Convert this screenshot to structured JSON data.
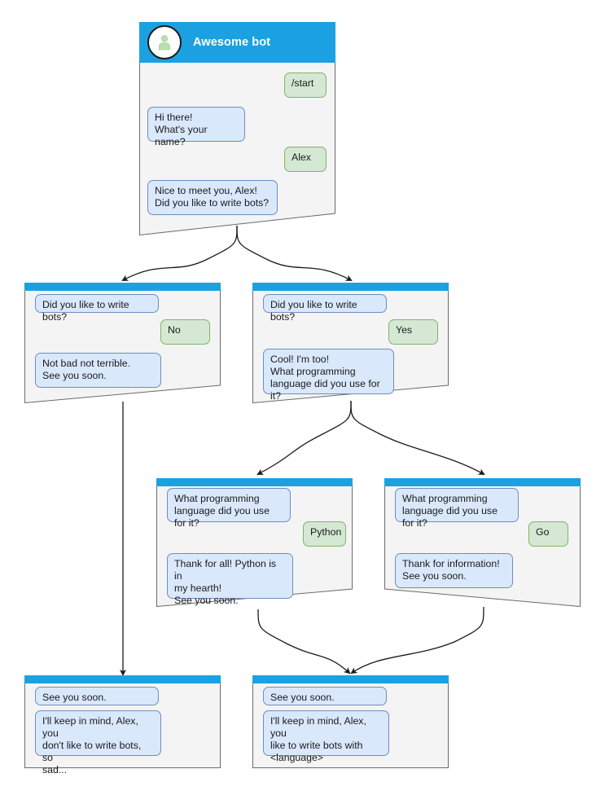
{
  "diagram": {
    "type": "chatbot-conversation-flowchart",
    "title": "Awesome bot conversation flow",
    "colors": {
      "header_blue": "#1ba1e2",
      "card_body": "#f4f4f4",
      "card_border": "#6b6b6b",
      "bot_bubble_fill": "#dae8fc",
      "bot_bubble_border": "#6c8ebf",
      "user_bubble_fill": "#d5e8d4",
      "user_bubble_border": "#82b366",
      "connector": "#1a1a1a",
      "avatar_person": "#b9e0b0"
    }
  },
  "root_card": {
    "header": {
      "title": "Awesome bot",
      "avatar_icon": "user-avatar-icon"
    },
    "messages": [
      {
        "role": "user",
        "text": "/start"
      },
      {
        "role": "bot",
        "text": "Hi there!\nWhat's your name?"
      },
      {
        "role": "user",
        "text": "Alex"
      },
      {
        "role": "bot",
        "text": "Nice to meet you, Alex!\nDid you like to write bots?"
      }
    ]
  },
  "cards": [
    {
      "id": "no-branch",
      "messages": [
        {
          "role": "bot",
          "text": "Did you like to write bots?"
        },
        {
          "role": "user",
          "text": "No"
        },
        {
          "role": "bot",
          "text": "Not bad not terrible.\nSee you soon."
        }
      ]
    },
    {
      "id": "yes-branch",
      "messages": [
        {
          "role": "bot",
          "text": "Did you like to write bots?"
        },
        {
          "role": "user",
          "text": "Yes"
        },
        {
          "role": "bot",
          "text": "Cool! I'm too!\nWhat programming\nlanguage did you use for it?"
        }
      ]
    },
    {
      "id": "python-branch",
      "messages": [
        {
          "role": "bot",
          "text": "What programming\nlanguage did you use for it?"
        },
        {
          "role": "user",
          "text": "Python"
        },
        {
          "role": "bot",
          "text": "Thank for all! Python is in\nmy hearth!\nSee you soon."
        }
      ]
    },
    {
      "id": "go-branch",
      "messages": [
        {
          "role": "bot",
          "text": "What programming\nlanguage did you use for it?"
        },
        {
          "role": "user",
          "text": "Go"
        },
        {
          "role": "bot",
          "text": "Thank for information!\nSee you soon."
        }
      ]
    },
    {
      "id": "end-negative",
      "messages": [
        {
          "role": "bot",
          "text": "See you soon."
        },
        {
          "role": "bot",
          "text": "I'll keep in mind, Alex, you\ndon't like to write bots, so\nsad..."
        }
      ]
    },
    {
      "id": "end-positive",
      "messages": [
        {
          "role": "bot",
          "text": "See you soon."
        },
        {
          "role": "bot",
          "text": "I'll keep in mind, Alex, you\nlike to write bots with\n<language>"
        }
      ]
    }
  ]
}
